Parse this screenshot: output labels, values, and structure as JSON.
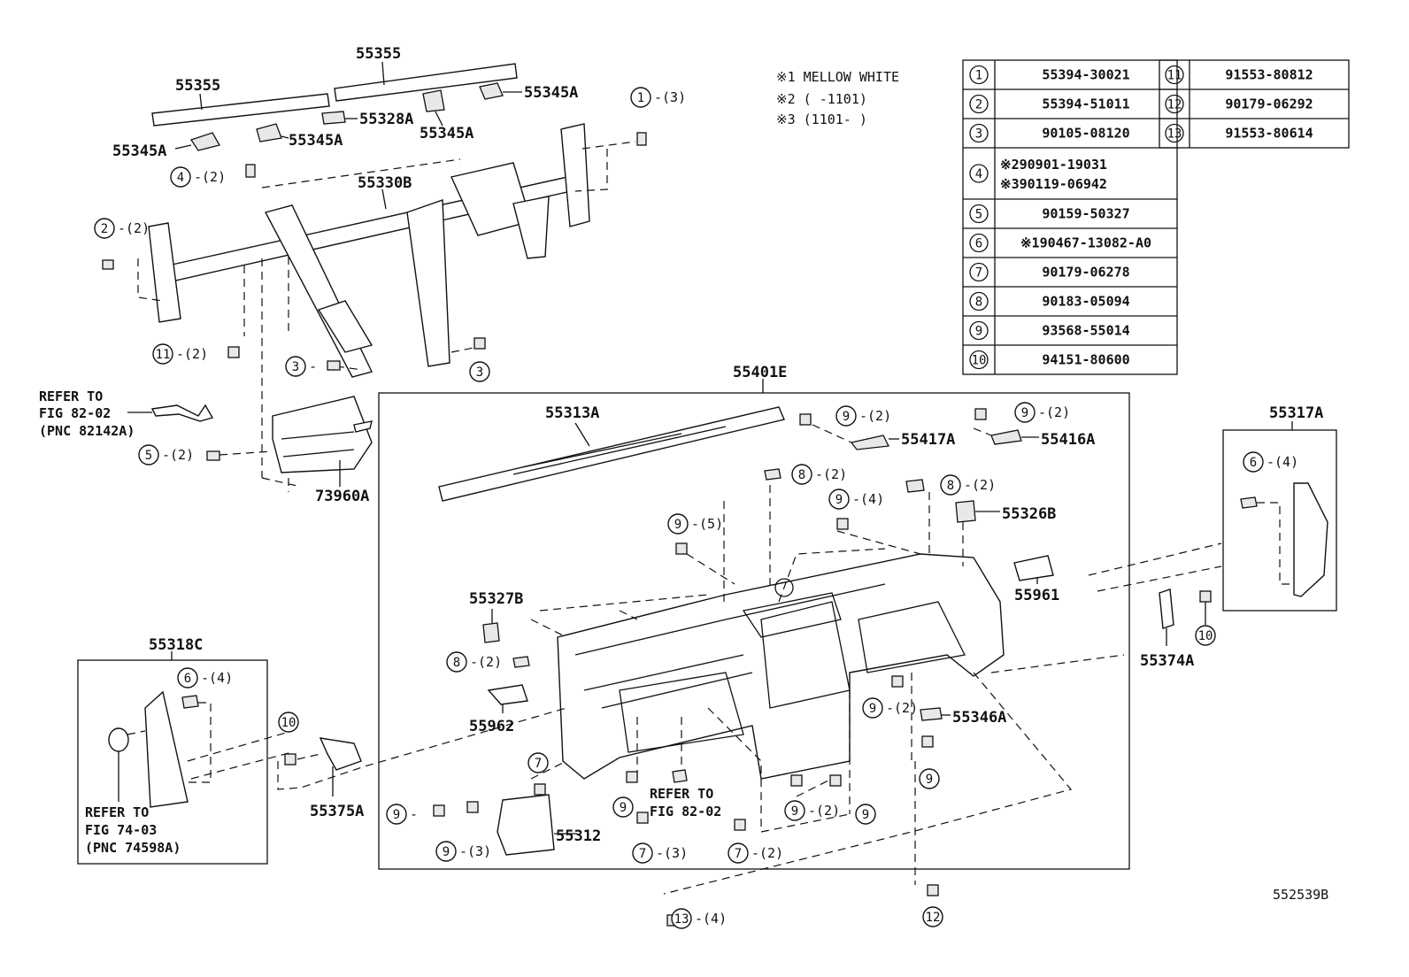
{
  "notes": {
    "n1": "※1 MELLOW WHITE",
    "n2": "※2 (    -1101)",
    "n3": "※3 (1101-    )"
  },
  "table_left": [
    {
      "num": "1",
      "part": "55394-30021"
    },
    {
      "num": "2",
      "part": "55394-51011"
    },
    {
      "num": "3",
      "part": "90105-08120"
    },
    {
      "num": "4",
      "part": "※290901-19031",
      "part2": "※390119-06942"
    },
    {
      "num": "5",
      "part": "90159-50327"
    },
    {
      "num": "6",
      "part": "※190467-13082-A0"
    },
    {
      "num": "7",
      "part": "90179-06278"
    },
    {
      "num": "8",
      "part": "90183-05094"
    },
    {
      "num": "9",
      "part": "93568-55014"
    },
    {
      "num": "10",
      "part": "94151-80600"
    }
  ],
  "table_right": [
    {
      "num": "11",
      "part": "91553-80812"
    },
    {
      "num": "12",
      "part": "90179-06292"
    },
    {
      "num": "13",
      "part": "91553-80614"
    }
  ],
  "labels": {
    "p55355a": "55355",
    "p55355b": "55355",
    "p55345a1": "55345A",
    "p55345a2": "55345A",
    "p55345a3": "55345A",
    "p55345a4": "55345A",
    "p55328a": "55328A",
    "p55330b": "55330B",
    "p73960a": "73960A",
    "p55401e": "55401E",
    "p55313a": "55313A",
    "p55417a": "55417A",
    "p55416a": "55416A",
    "p55326b": "55326B",
    "p55961": "55961",
    "p55317a": "55317A",
    "p55374a": "55374A",
    "p55327b": "55327B",
    "p55962": "55962",
    "p55346a": "55346A",
    "p55318c": "55318C",
    "p55375a": "55375A",
    "p55312": "55312",
    "diagram_id": "552539B"
  },
  "refs": {
    "r1_l1": "REFER TO",
    "r1_l2": "FIG 82-02",
    "r1_l3": "(PNC 82142A)",
    "r2_l1": "REFER TO",
    "r2_l2": "FIG 82-02",
    "r3_l1": "REFER TO",
    "r3_l2": "FIG 74-03",
    "r3_l3": "(PNC 74598A)"
  },
  "callouts": [
    {
      "num": "1",
      "qty": "-(3)"
    },
    {
      "num": "4",
      "qty": "-(2)"
    },
    {
      "num": "2",
      "qty": "-(2)"
    },
    {
      "num": "11",
      "qty": "-(2)"
    },
    {
      "num": "3",
      "qty": "-"
    },
    {
      "num": "3",
      "qty": ""
    },
    {
      "num": "5",
      "qty": "-(2)"
    },
    {
      "num": "9",
      "qty": "-(2)"
    },
    {
      "num": "9",
      "qty": "-(2)"
    },
    {
      "num": "8",
      "qty": "-(2)"
    },
    {
      "num": "8",
      "qty": "-(2)"
    },
    {
      "num": "9",
      "qty": "-(4)"
    },
    {
      "num": "9",
      "qty": "-(5)"
    },
    {
      "num": "6",
      "qty": "-(4)"
    },
    {
      "num": "10",
      "qty": ""
    },
    {
      "num": "8",
      "qty": "-(2)"
    },
    {
      "num": "9",
      "qty": "-(2)"
    },
    {
      "num": "9",
      "qty": ""
    },
    {
      "num": "6",
      "qty": "-(4)"
    },
    {
      "num": "10",
      "qty": ""
    },
    {
      "num": "7",
      "qty": ""
    },
    {
      "num": "9",
      "qty": "-"
    },
    {
      "num": "9",
      "qty": "-(3)"
    },
    {
      "num": "9",
      "qty": ""
    },
    {
      "num": "7",
      "qty": "-(3)"
    },
    {
      "num": "9",
      "qty": "-(2)"
    },
    {
      "num": "9",
      "qty": ""
    },
    {
      "num": "7",
      "qty": "-(2)"
    },
    {
      "num": "13",
      "qty": "-(4)"
    },
    {
      "num": "12",
      "qty": ""
    }
  ]
}
